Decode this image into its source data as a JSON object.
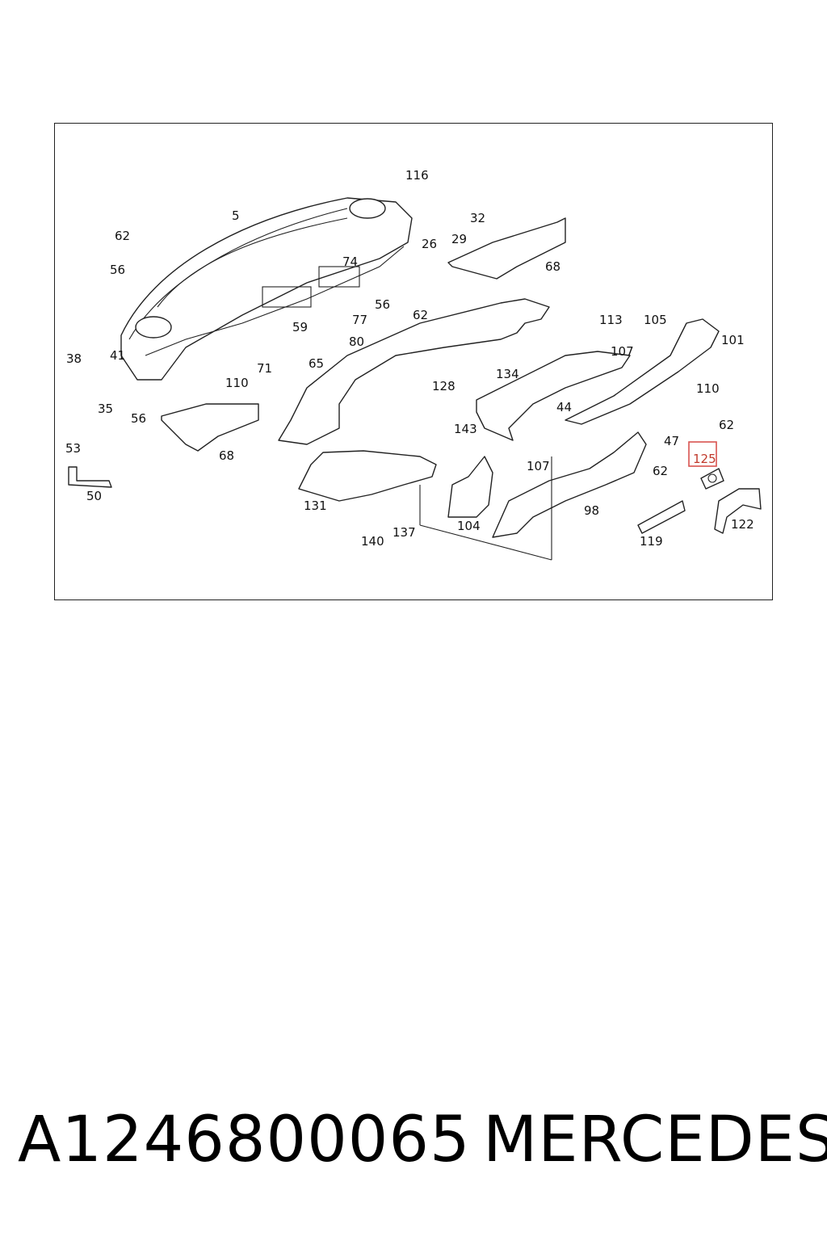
{
  "callouts": [
    "116",
    "5",
    "32",
    "62",
    "26",
    "29",
    "56",
    "68",
    "74",
    "56",
    "62",
    "59",
    "77",
    "80",
    "38",
    "41",
    "71",
    "65",
    "110",
    "35",
    "56",
    "113",
    "105",
    "101",
    "107",
    "134",
    "128",
    "110",
    "44",
    "47",
    "62",
    "53",
    "143",
    "68",
    "50",
    "107",
    "125",
    "62",
    "131",
    "98",
    "137",
    "104",
    "140",
    "119",
    "122"
  ],
  "highlighted_callout": "125",
  "highlight_color": "#d9534f",
  "footer": {
    "part_number": "A1246800065",
    "brand": "MERCEDES"
  }
}
